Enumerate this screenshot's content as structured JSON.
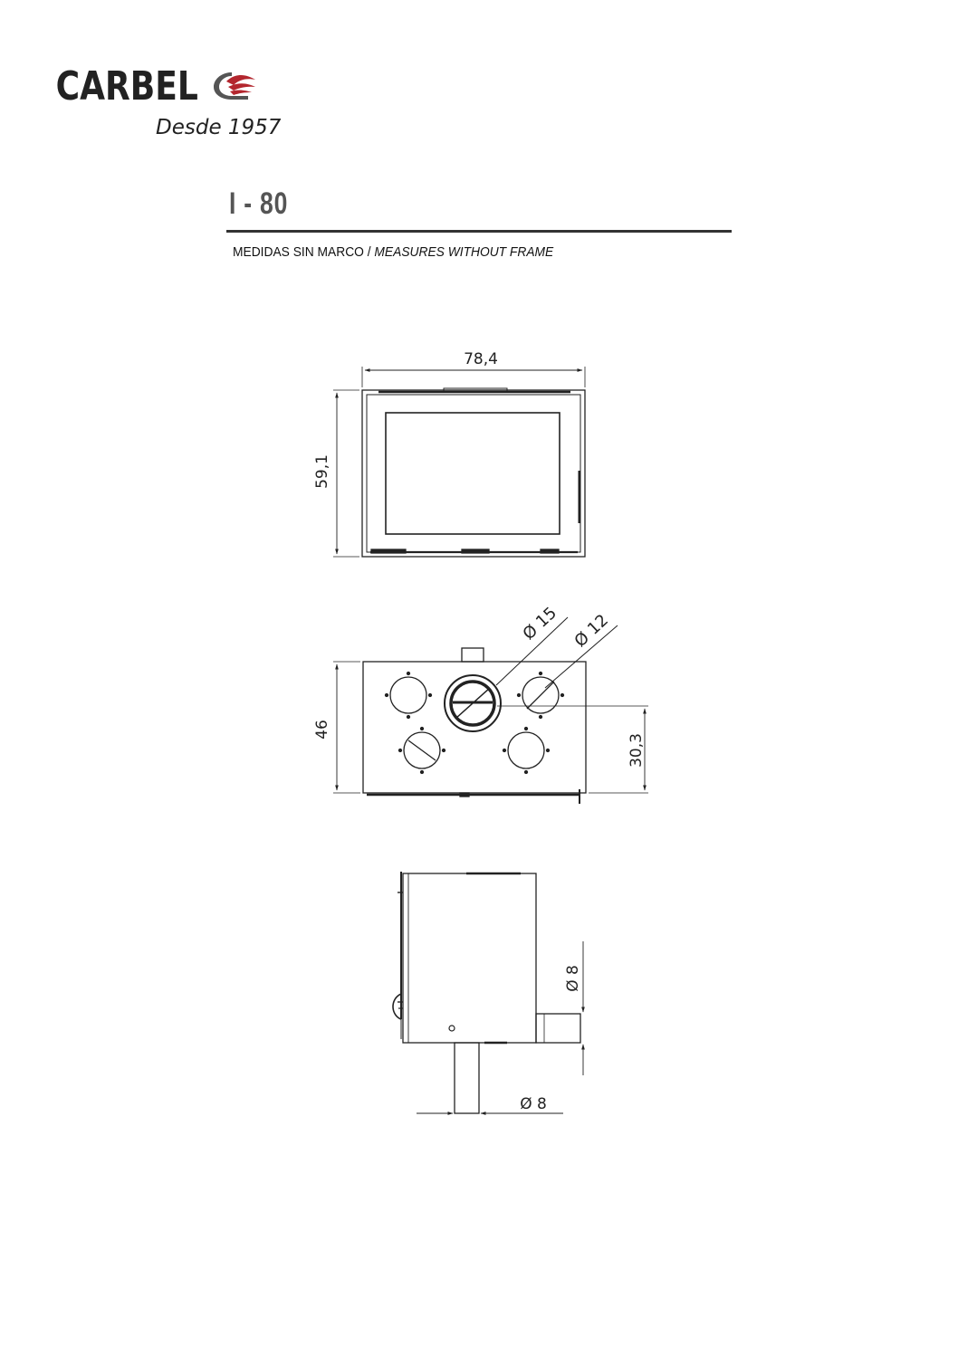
{
  "brand": {
    "name": "CARBEL",
    "tagline": "Desde 1957",
    "colors": {
      "text": "#555555",
      "flame": "#b3262e",
      "tagline": "#b3262e"
    }
  },
  "model": {
    "title": "I - 80"
  },
  "subtitle": {
    "es": "MEDIDAS SIN MARCO",
    "separator": " / ",
    "en": "MEASURES WITHOUT FRAME"
  },
  "front_view": {
    "width_label": "78,4",
    "height_label": "59,1"
  },
  "top_view": {
    "depth_label": "46",
    "outlet_offset_label": "30,3",
    "large_outlet_label": "Ø 15",
    "small_outlet_label": "Ø 12"
  },
  "side_view": {
    "rear_duct_label": "Ø 8",
    "bottom_duct_label": "Ø 8"
  }
}
